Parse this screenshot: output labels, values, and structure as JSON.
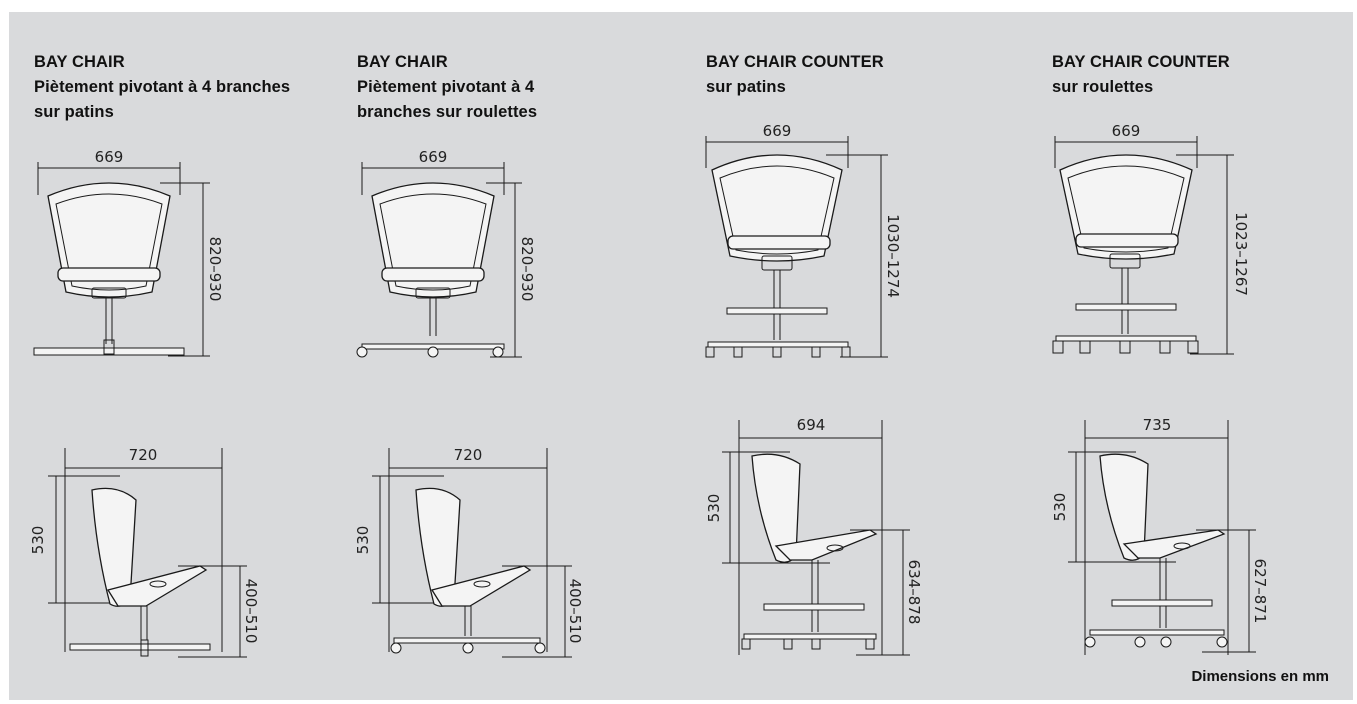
{
  "products": [
    {
      "title": "BAY CHAIR",
      "subtitle_lines": [
        "Piètement pivotant à 4 branches",
        "sur patins"
      ]
    },
    {
      "title": "BAY CHAIR",
      "subtitle_lines": [
        "Piètement pivotant à 4",
        "branches sur roulettes"
      ]
    },
    {
      "title": "BAY CHAIR COUNTER",
      "subtitle_lines": [
        "sur patins"
      ]
    },
    {
      "title": "BAY CHAIR COUNTER",
      "subtitle_lines": [
        "sur roulettes"
      ]
    }
  ],
  "dimensions": {
    "front": [
      {
        "width": "669",
        "height": "820–930"
      },
      {
        "width": "669",
        "height": "820–930"
      },
      {
        "width": "669",
        "height": "1030–1274"
      },
      {
        "width": "669",
        "height": "1023–1267"
      }
    ],
    "side": [
      {
        "depth": "720",
        "back_height": "530",
        "seat_height": "400–510"
      },
      {
        "depth": "720",
        "back_height": "530",
        "seat_height": "400–510"
      },
      {
        "depth": "694",
        "back_height": "530",
        "seat_height": "634–878"
      },
      {
        "depth": "735",
        "back_height": "530",
        "seat_height": "627–871"
      }
    ]
  },
  "footnote": "Dimensions en mm",
  "colors": {
    "background": "#d9dadc",
    "line": "#1a1a1a",
    "chair_fill": "#f4f4f4"
  }
}
